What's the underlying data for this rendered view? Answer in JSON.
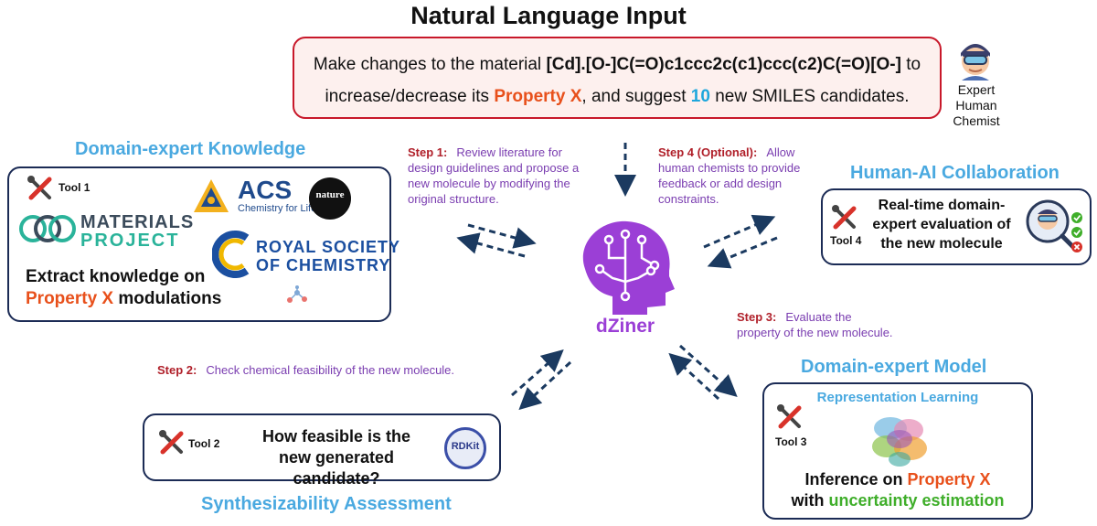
{
  "title": "Natural Language Input",
  "prompt": {
    "line1_pre": "Make changes to the material ",
    "line1_smiles": "[Cd].[O-]C(=O)c1ccc2c(c1)ccc(c2)C(=O)[O-]",
    "line1_post": " to",
    "line2_pre": "increase/decrease its ",
    "line2_property": "Property X",
    "line2_mid": ", and suggest ",
    "line2_count": "10",
    "line2_post": " new SMILES candidates."
  },
  "chemist": {
    "line1": "Expert",
    "line2": "Human",
    "line3": "Chemist"
  },
  "knowledge": {
    "title": "Domain-expert Knowledge",
    "tool_label": "Tool 1",
    "mp_line1": "MATERIALS",
    "mp_line2": "PROJECT",
    "acs_name": "ACS",
    "acs_tagline": "Chemistry for Life®",
    "nature": "nature",
    "rsc_line1": "ROYAL SOCIETY",
    "rsc_line2": "OF CHEMISTRY",
    "extract_line1": "Extract knowledge on",
    "extract_property": "Property X",
    "extract_post": " modulations"
  },
  "step1": {
    "label": "Step 1:",
    "text_l1": "Review literature for",
    "text_l2": "design guidelines and propose a",
    "text_l3": "new molecule by modifying the",
    "text_l4": "original structure."
  },
  "step4": {
    "label": "Step 4 (Optional):",
    "text_l1": "Allow",
    "text_l2": "human chemists to provide",
    "text_l3": "feedback or add design",
    "text_l4": "constraints."
  },
  "step3": {
    "label": "Step 3:",
    "text_l1": "Evaluate the",
    "text_l2": "property of the new molecule."
  },
  "step2": {
    "label": "Step 2:",
    "text": "Check chemical feasibility of the new molecule."
  },
  "collab": {
    "title": "Human-AI Collaboration",
    "tool_label": "Tool 4",
    "text_l1": "Real-time domain-",
    "text_l2": "expert evaluation of",
    "text_l3": "the new molecule"
  },
  "center": {
    "name": "dZiner"
  },
  "synth": {
    "title": "Synthesizability Assessment",
    "tool_label": "Tool 2",
    "text_l1": "How feasible is the",
    "text_l2": "new generated candidate?",
    "rdkit": "RDKit"
  },
  "model": {
    "title": "Domain-expert Model",
    "subtitle": "Representation Learning",
    "tool_label": "Tool 3",
    "inference_pre": "Inference on ",
    "inference_property": "Property X",
    "with_pre": "with ",
    "with_green": "uncertainty estimation"
  },
  "colors": {
    "accent_blue": "#4aa9e0",
    "navy": "#1b2b55",
    "orange": "#e8501b",
    "step_red": "#b0202a",
    "step_purple": "#7a3db0",
    "brain_purple": "#9b3fd6",
    "green": "#3fae2a",
    "prompt_border": "#c8182a"
  }
}
